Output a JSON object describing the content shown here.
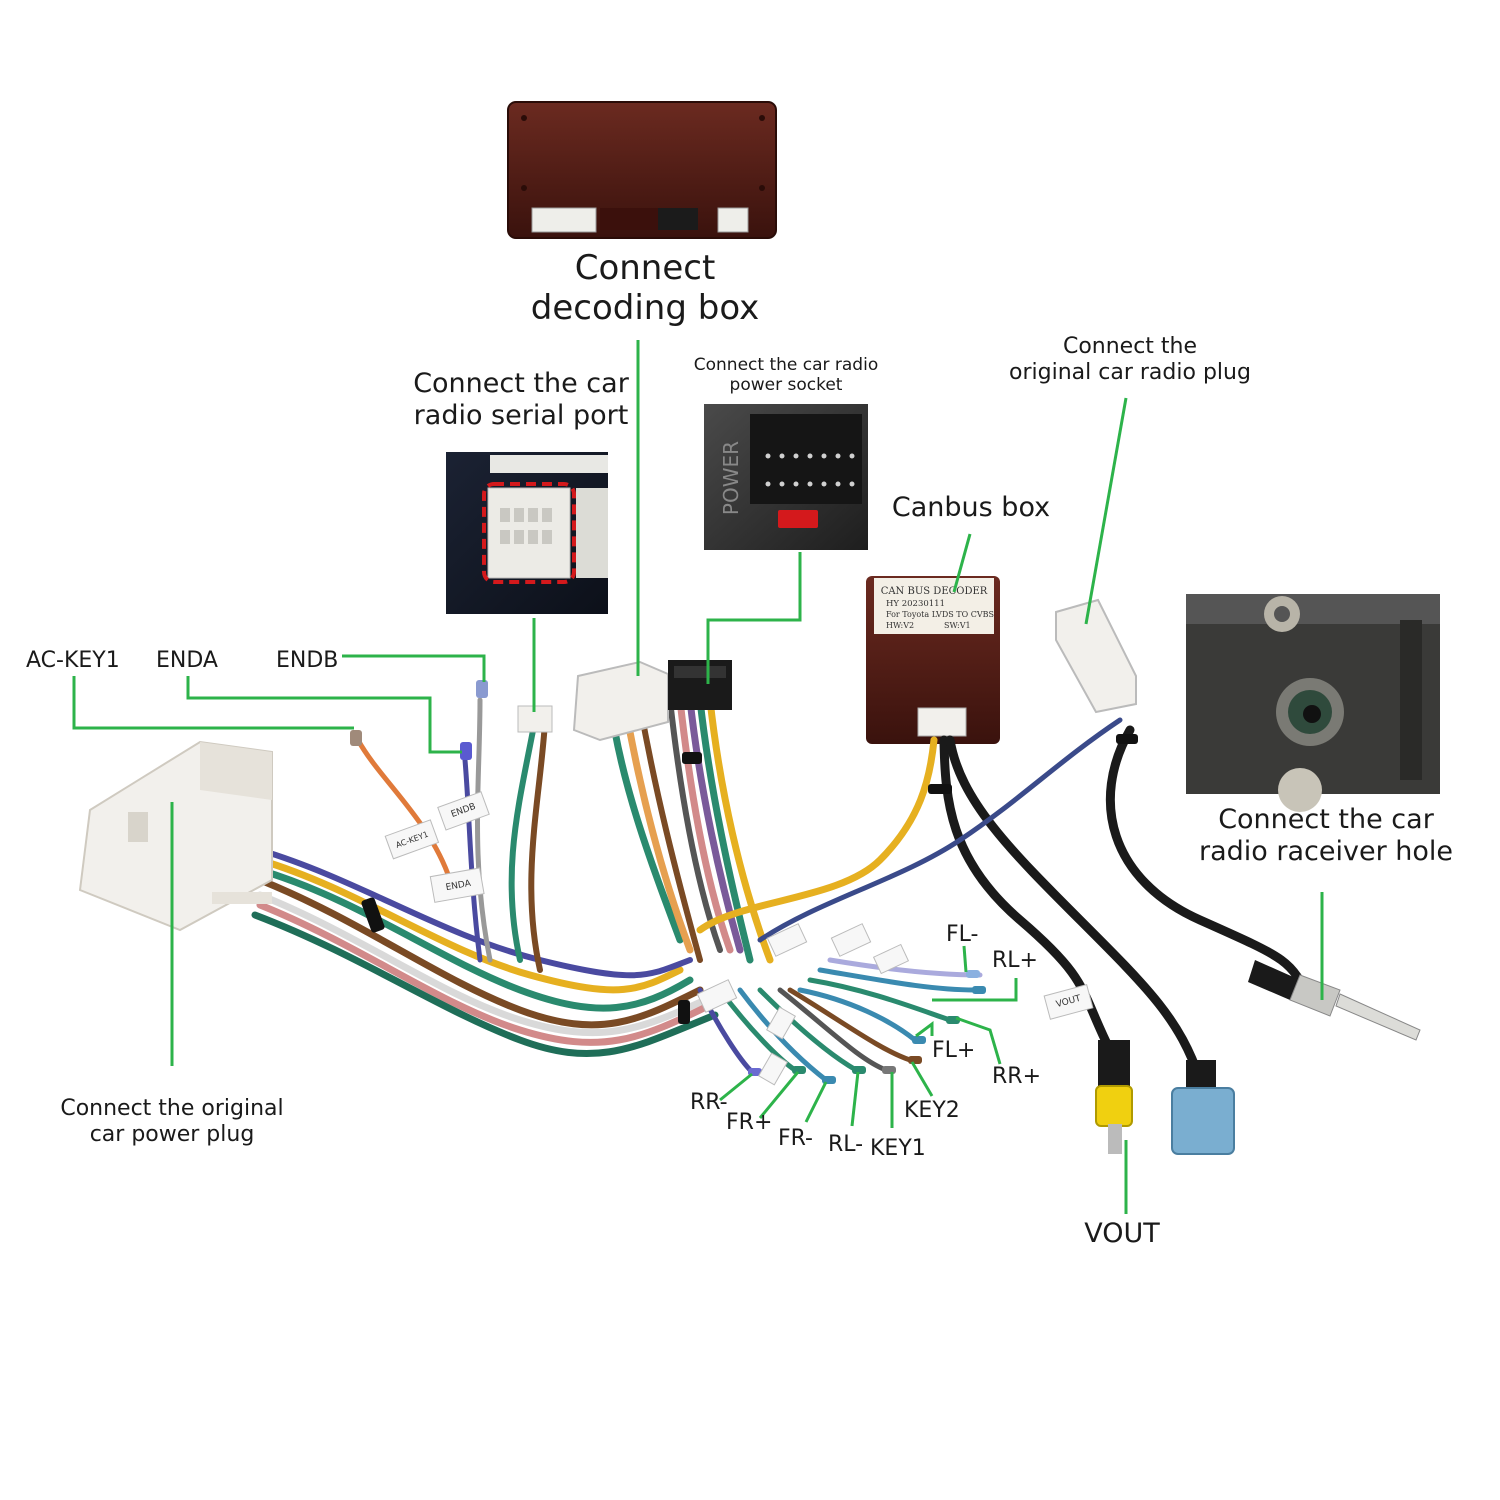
{
  "labels": {
    "decoding_box": "Connect\ndecoding box",
    "serial_port": "Connect the car\nradio  serial port",
    "power_socket": "Connect the car radio\npower socket",
    "radio_plug": "Connect the\noriginal car radio plug",
    "canbus_box": "Canbus box",
    "receiver_hole": "Connect the  car\nradio raceiver hole",
    "power_plug": "Connect the original\ncar power plug",
    "vout": "VOUT"
  },
  "wire_labels": {
    "ac_key1": "AC-KEY1",
    "enda": "ENDA",
    "endb": "ENDB",
    "fl_minus": "FL-",
    "rl_plus": "RL+",
    "fl_plus": "FL+",
    "rr_plus": "RR+",
    "key2": "KEY2",
    "key1": "KEY1",
    "rl_minus": "RL-",
    "fr_minus": "FR-",
    "fr_plus": "FR+",
    "rr_minus": "RR-"
  },
  "canbus_print": {
    "line1": "CAN BUS DECODER",
    "line2": "HY 20230111",
    "line3": "For Toyota LVDS TO CVBS",
    "line4": "HW:V2",
    "line5": "SW:V1"
  },
  "socket_print": {
    "power": "POWER"
  },
  "wire_tags": {
    "endb": "ENDB",
    "ac_key1": "AC-KEY1",
    "enda": "ENDA",
    "vout": "VOUT"
  },
  "colors": {
    "pointer": "#2db34a",
    "box": "#4a1a14",
    "plug": "#f2f0ec",
    "accent_red": "#d4191c"
  }
}
